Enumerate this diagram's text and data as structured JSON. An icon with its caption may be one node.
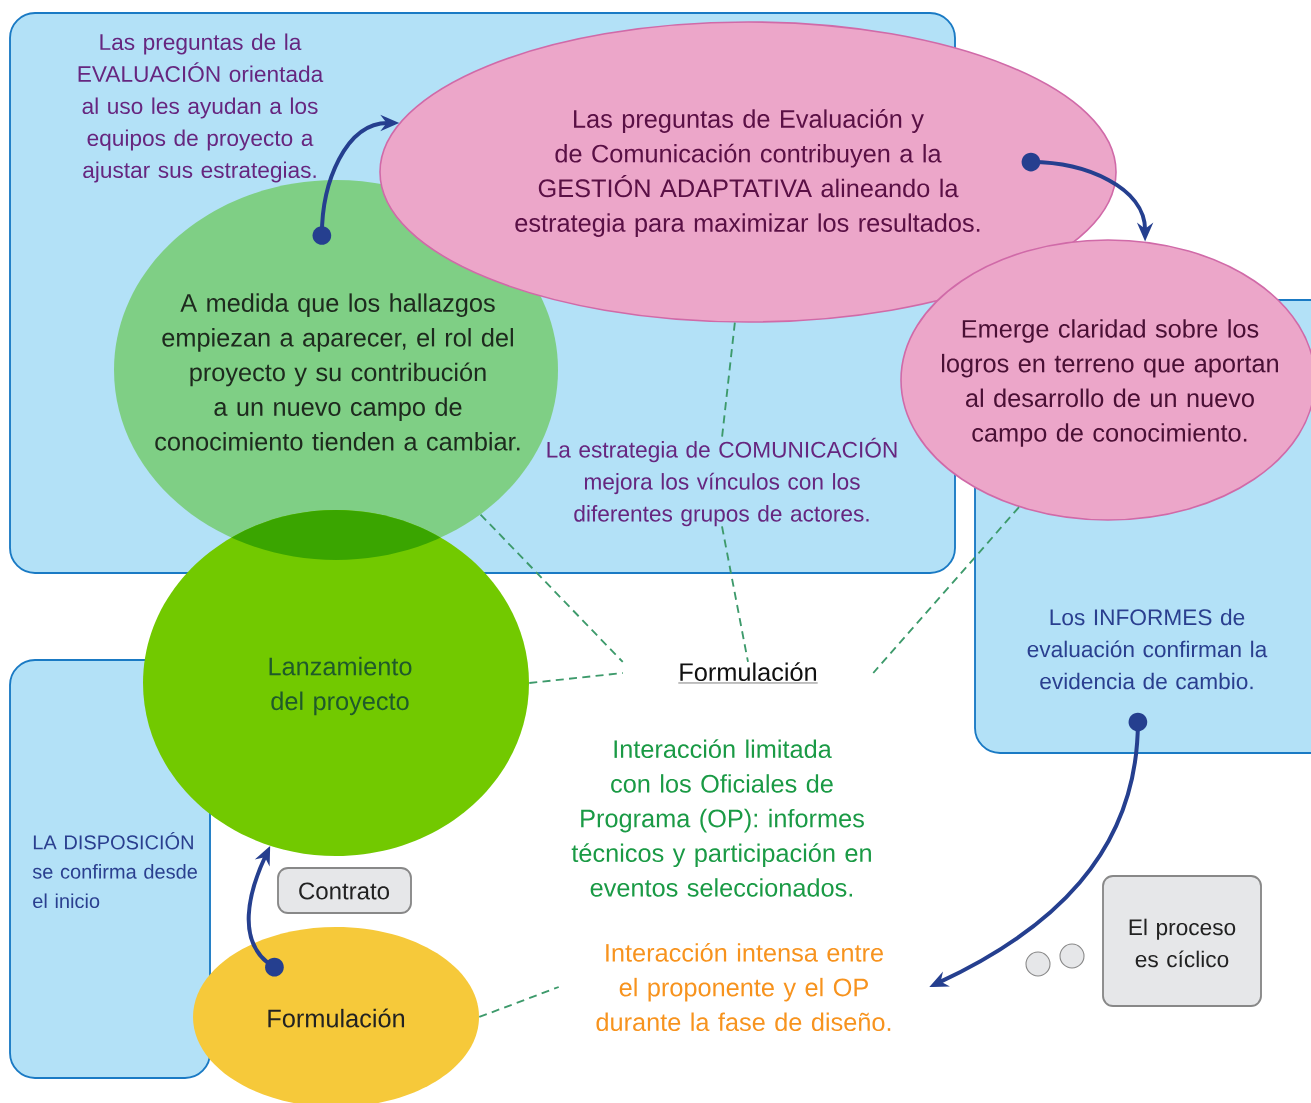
{
  "diagram": {
    "nodes": [
      {
        "text": [
          "Las preguntas de la EVALUACIÓN orientada al uso les ayudan a los equipos de proyecto a ajustar sus estrategias."
        ]
      },
      {
        "text": [
          "La estrategia de COMUNICACIÓN mejora los vínculos con los diferentes grupos de actores."
        ],
        "in": 0
      },
      {
        "text": [
          "A medida que los hallazgos empiezan a aparecer, el rol del proyecto y su contribución a un nuevo campo de conocimiento tienden a cambiar."
        ],
        "in": 0
      },
      {
        "text": [
          "Las preguntas de Evaluación y de Comunicación contribuyen a la GESTIÓN ADAPTATIVA alineando la estrategia para maximizar los resultados."
        ]
      },
      {
        "text": [
          "Los INFORMES de evaluación confirman la evidencia de cambio."
        ]
      },
      {
        "text": [
          "Emerge claridad sobre los logros en terreno que aportan al desarrollo de un nuevo campo de conocimiento."
        ]
      },
      {
        "text": [
          "LA DISPOSICIÓN se confirma desde el inicio"
        ]
      },
      {
        "text": [
          "Lanzamiento del proyecto"
        ]
      },
      {
        "text": [
          "Contrato"
        ]
      },
      {
        "text": [
          "Formulación"
        ]
      },
      {
        "text": [
          "Formulación"
        ]
      },
      {
        "text": [
          "Interacción limitada con los Oficiales de Programa (OP): informes técnicos y participación en eventos seleccionados."
        ]
      },
      {
        "text": [
          "Interacción intensa entre el proponente y el OP durante la fase de diseño."
        ]
      },
      {
        "text": [
          "El proceso es cíclico"
        ]
      }
    ],
    "edges": [
      {
        "from": 2,
        "to": 3,
        "arrow": "to",
        "style": "thick",
        "color": "#253f8f"
      },
      {
        "from": 3,
        "to": 5,
        "arrow": "to",
        "style": "thick",
        "color": "#253f8f"
      },
      {
        "from": 4,
        "to": 12,
        "arrow": "to",
        "style": "thick",
        "color": "#253f8f"
      },
      {
        "from": 9,
        "to": 7,
        "arrow": "to",
        "style": "thick",
        "color": "#253f8f"
      },
      {
        "from": 3,
        "to": 1,
        "arrow": "none",
        "style": "dashed"
      },
      {
        "from": 1,
        "to": 10,
        "arrow": "none",
        "style": "dashed"
      },
      {
        "from": 2,
        "to": 10,
        "arrow": "none",
        "style": "dashed"
      },
      {
        "from": 7,
        "to": 10,
        "arrow": "none",
        "style": "dashed"
      },
      {
        "from": 5,
        "to": 10,
        "arrow": "none",
        "style": "dashed"
      },
      {
        "from": 9,
        "to": 12,
        "arrow": "none",
        "style": "dashed"
      }
    ]
  }
}
